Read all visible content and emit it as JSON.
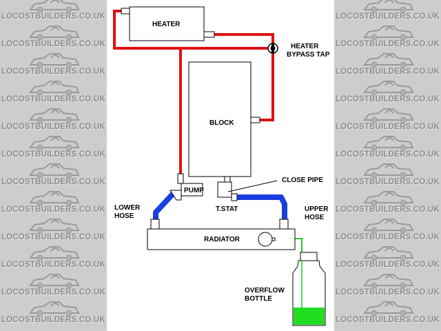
{
  "watermark": {
    "text": "LOCOSTBUILDERS.CO.UK"
  },
  "labels": {
    "heater": "HEATER",
    "heater_bypass_tap": [
      "HEATER",
      "BYPASS TAP"
    ],
    "block": "BLOCK",
    "close_pipe": "CLOSE PIPE",
    "pump": "PUMP",
    "tstat": "T.STAT",
    "lower_hose": [
      "LOWER",
      "HOSE"
    ],
    "upper_hose": [
      "UPPER",
      "HOSE"
    ],
    "radiator": "RADIATOR",
    "overflow_bottle": [
      "OVERFLOW",
      "BOTTLE"
    ]
  },
  "colors": {
    "heater_pipe": "#e01010",
    "hose": "#1a3fe0",
    "overflow_pipe": "#22cc22",
    "coolant": "#22dd22",
    "panel": "#cdcdcd"
  }
}
